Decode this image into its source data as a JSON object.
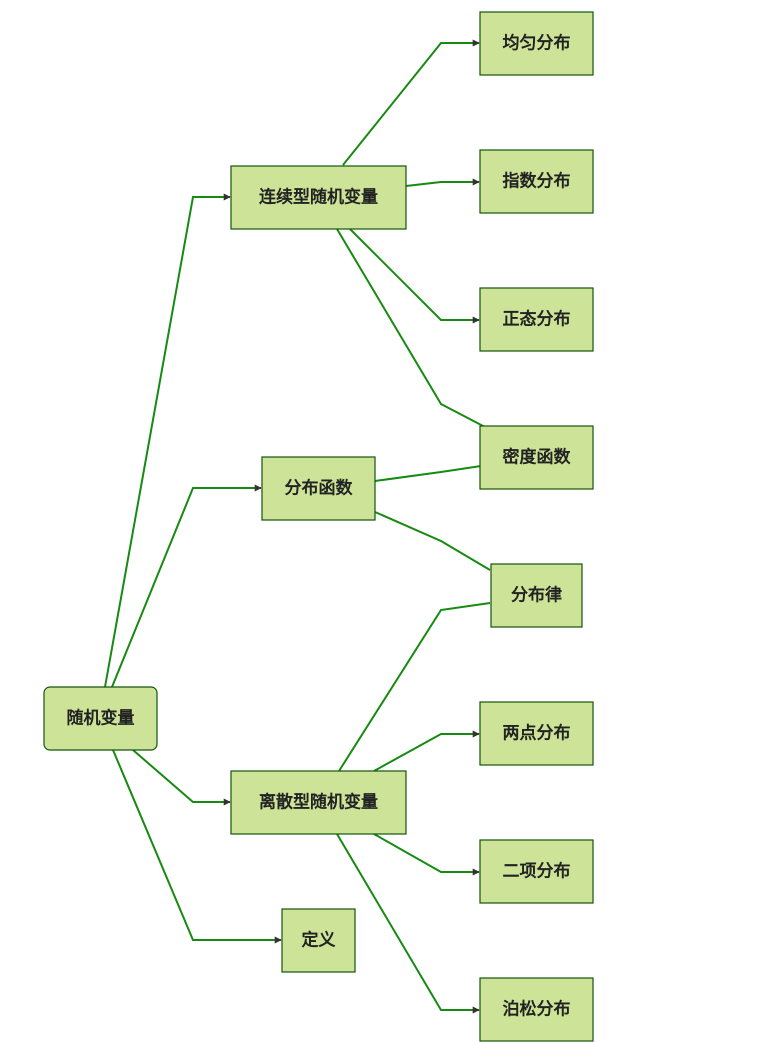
{
  "diagram": {
    "nodes": {
      "root": "随机变量",
      "continuous": "连续型随机变量",
      "cdf": "分布函数",
      "discrete": "离散型随机变量",
      "definition": "定义",
      "uniform": "均匀分布",
      "exponential": "指数分布",
      "normal": "正态分布",
      "density": "密度函数",
      "pmf": "分布律",
      "two_point": "两点分布",
      "binomial": "二项分布",
      "poisson": "泊松分布"
    },
    "edges": [
      {
        "from": "root",
        "to": "continuous"
      },
      {
        "from": "root",
        "to": "cdf"
      },
      {
        "from": "root",
        "to": "discrete"
      },
      {
        "from": "root",
        "to": "definition"
      },
      {
        "from": "continuous",
        "to": "uniform"
      },
      {
        "from": "continuous",
        "to": "exponential"
      },
      {
        "from": "continuous",
        "to": "normal"
      },
      {
        "from": "continuous",
        "to": "density"
      },
      {
        "from": "cdf",
        "to": "density"
      },
      {
        "from": "cdf",
        "to": "pmf"
      },
      {
        "from": "discrete",
        "to": "pmf"
      },
      {
        "from": "discrete",
        "to": "two_point"
      },
      {
        "from": "discrete",
        "to": "binomial"
      },
      {
        "from": "discrete",
        "to": "poisson"
      }
    ],
    "colors": {
      "node_fill": "#cde498",
      "node_stroke": "#13540c",
      "edge": "#168a11",
      "arrowhead": "#333333"
    }
  }
}
